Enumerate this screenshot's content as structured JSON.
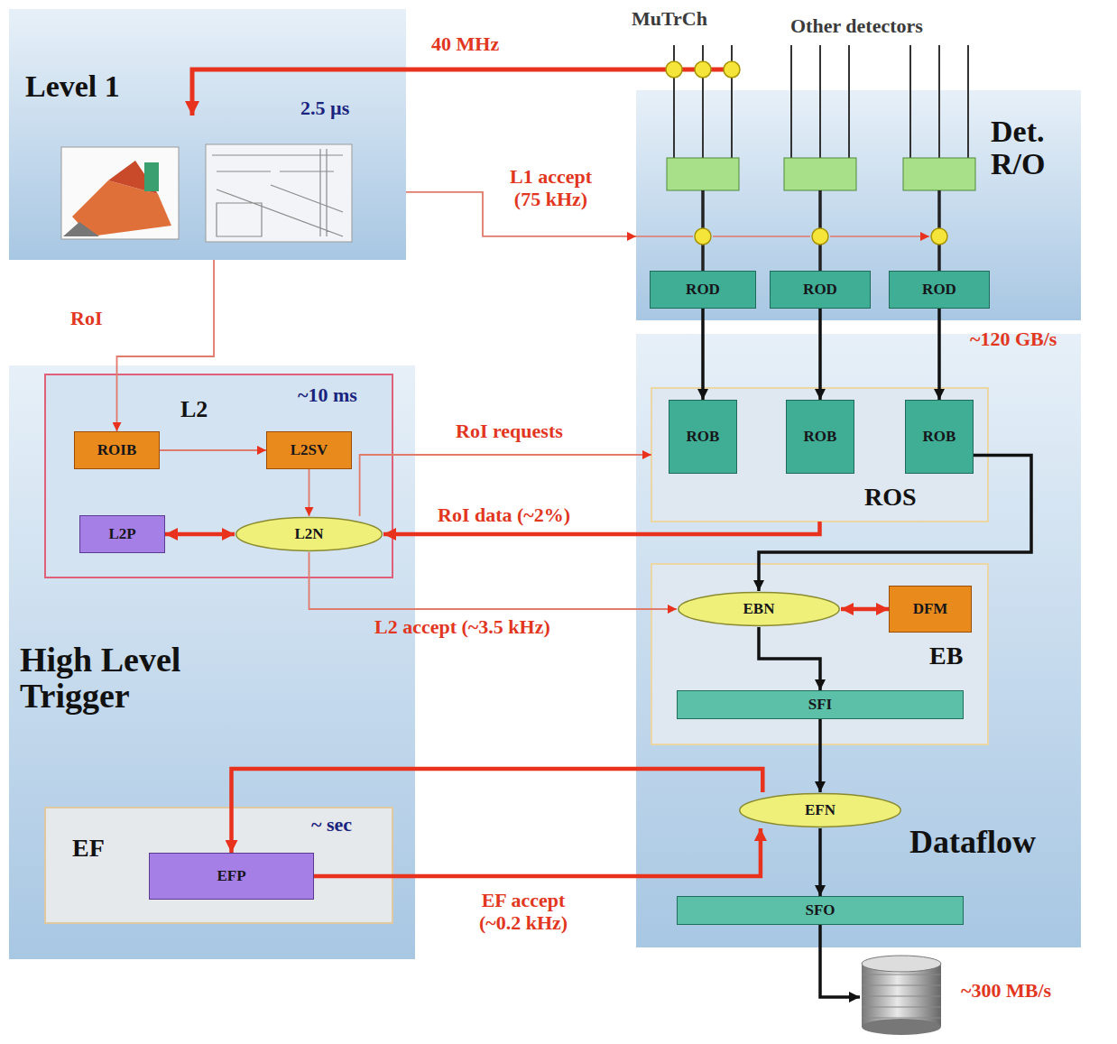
{
  "diagram": {
    "nodes": [
      {
        "text": [
          "Level 1",
          "2.5 µs"
        ]
      },
      {
        "text": [
          "Det. R/O"
        ]
      },
      {
        "text": [
          "ROD"
        ],
        "in": 1
      },
      {
        "text": [
          "ROD"
        ],
        "in": 1
      },
      {
        "text": [
          "ROD"
        ],
        "in": 1
      },
      {
        "text": [
          "High Level Trigger"
        ]
      },
      {
        "text": [
          "L2",
          "~10 ms"
        ],
        "in": 5
      },
      {
        "text": [
          "ROIB"
        ],
        "in": 6
      },
      {
        "text": [
          "L2SV"
        ],
        "in": 6
      },
      {
        "text": [
          "L2P"
        ],
        "in": 6
      },
      {
        "text": [
          "L2N"
        ],
        "in": 6
      },
      {
        "text": [
          "EF",
          "~ sec"
        ],
        "in": 5
      },
      {
        "text": [
          "EFP"
        ],
        "in": 11
      },
      {
        "text": [
          "Dataflow"
        ]
      },
      {
        "text": [
          "ROS"
        ],
        "in": 13
      },
      {
        "text": [
          "ROB"
        ],
        "in": 14
      },
      {
        "text": [
          "ROB"
        ],
        "in": 14
      },
      {
        "text": [
          "ROB"
        ],
        "in": 14
      },
      {
        "text": [
          "EB"
        ],
        "in": 13
      },
      {
        "text": [
          "EBN"
        ],
        "in": 18
      },
      {
        "text": [
          "DFM"
        ],
        "in": 18
      },
      {
        "text": [
          "SFI"
        ],
        "in": 18
      },
      {
        "text": [
          "EFN"
        ],
        "in": 13
      },
      {
        "text": [
          "SFO"
        ],
        "in": 13
      }
    ],
    "edges": [
      {
        "from": 0,
        "to": 1,
        "label": "L1 accept (75 kHz)",
        "arrow": "to"
      },
      {
        "from": 0,
        "to": 7,
        "label": "RoI",
        "arrow": "to"
      },
      {
        "from": 7,
        "to": 8,
        "arrow": "to"
      },
      {
        "from": 8,
        "to": 10,
        "arrow": "to"
      },
      {
        "from": 9,
        "to": 10,
        "arrow": "both"
      },
      {
        "from": 10,
        "to": 14,
        "label": "RoI requests",
        "arrow": "to"
      },
      {
        "from": 14,
        "to": 10,
        "label": "RoI data (~2%)",
        "arrow": "to"
      },
      {
        "from": 2,
        "to": 15,
        "arrow": "to"
      },
      {
        "from": 3,
        "to": 16,
        "arrow": "to"
      },
      {
        "from": 4,
        "to": 17,
        "arrow": "to"
      },
      {
        "from": 17,
        "to": 19,
        "arrow": "to"
      },
      {
        "from": 10,
        "to": 19,
        "label": "L2 accept (~3.5 kHz)",
        "arrow": "to"
      },
      {
        "from": 19,
        "to": 20,
        "arrow": "both"
      },
      {
        "from": 19,
        "to": 21,
        "arrow": "to"
      },
      {
        "from": 21,
        "to": 22,
        "arrow": "to"
      },
      {
        "from": 22,
        "to": 12,
        "arrow": "to"
      },
      {
        "from": 12,
        "to": 22,
        "label": "EF accept (~0.2 kHz)",
        "arrow": "to"
      },
      {
        "from": 22,
        "to": 23,
        "arrow": "to"
      }
    ],
    "labels": [
      "MuTrCh",
      "Other detectors",
      "40 MHz",
      "~120 GB/s",
      "~300 MB/s"
    ]
  }
}
